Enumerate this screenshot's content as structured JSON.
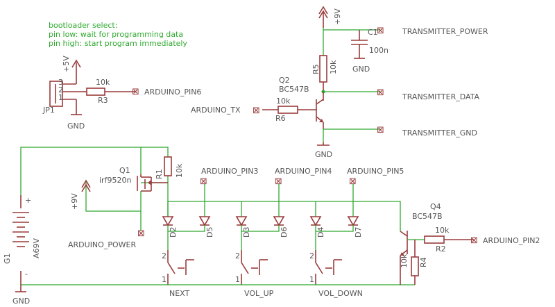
{
  "note": {
    "line1": "bootloader select:",
    "line2": "pin low: wait for programming data",
    "line3": "pin high: start program immediately"
  },
  "jumper": {
    "name": "JP1",
    "pin1": "1",
    "pin2": "2",
    "pin3": "3"
  },
  "supply": {
    "p5v": "+5V",
    "p9v_top": "+9V",
    "p9v_left": "+9V"
  },
  "gnd": {
    "jp1": "GND",
    "c1": "GND",
    "q2": "GND",
    "battery": "GND"
  },
  "resistors": {
    "r3": {
      "name": "R3",
      "value": "10k"
    },
    "r5": {
      "name": "R5",
      "value": "10k"
    },
    "r6": {
      "name": "R6",
      "value": "10k"
    },
    "r1": {
      "name": "R1",
      "value": "10k"
    },
    "r2": {
      "name": "R2",
      "value": "10k"
    },
    "r4": {
      "name": "R4",
      "value": "10k"
    }
  },
  "capacitor": {
    "name": "C1",
    "value": "100n"
  },
  "transistors": {
    "q2": {
      "name": "Q2",
      "value": "BC547B"
    },
    "q1": {
      "name": "Q1",
      "value": "irf9520n"
    },
    "q4": {
      "name": "Q4",
      "value": "BC547B"
    }
  },
  "battery": {
    "name": "G1",
    "value": "A69V",
    "plus": "+",
    "minus": "-"
  },
  "diodes": [
    "D2",
    "D5",
    "D3",
    "D6",
    "D4",
    "D7"
  ],
  "buttons": {
    "next": "NEXT",
    "vol_up": "VOL_UP",
    "vol_down": "VOL_DOWN",
    "pin1": "1",
    "pin2": "2"
  },
  "nets": {
    "arduino_pin6": "ARDUINO_PIN6",
    "arduino_tx": "ARDUINO_TX",
    "transmitter_power": "TRANSMITTER_POWER",
    "transmitter_data": "TRANSMITTER_DATA",
    "transmitter_gnd": "TRANSMITTER_GND",
    "arduino_pin3": "ARDUINO_PIN3",
    "arduino_pin4": "ARDUINO_PIN4",
    "arduino_pin5": "ARDUINO_PIN5",
    "arduino_power": "ARDUINO_POWER",
    "arduino_pin2": "ARDUINO_PIN2"
  },
  "colors": {
    "wire": "#2fa82f",
    "part": "#9a3b3b",
    "label": "#555555"
  }
}
